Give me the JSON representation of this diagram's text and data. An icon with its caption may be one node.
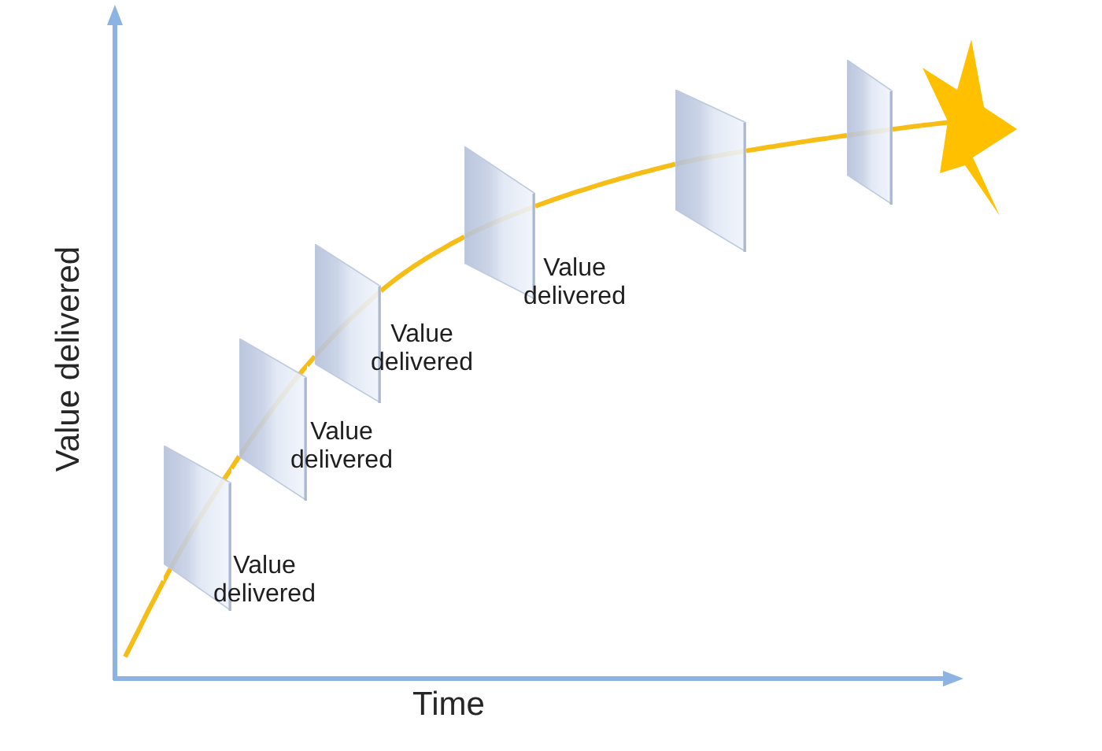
{
  "diagram": {
    "nodes": [
      {
        "text": [],
        "shape": "panel",
        "beside": [
          "Value delivered"
        ]
      },
      {
        "text": [],
        "shape": "panel",
        "beside": [
          "Value delivered"
        ]
      },
      {
        "text": [],
        "shape": "panel",
        "beside": [
          "Value delivered"
        ]
      },
      {
        "text": [],
        "shape": "panel",
        "beside": [
          "Value delivered"
        ]
      },
      {
        "text": [],
        "shape": "panel"
      },
      {
        "text": [],
        "shape": "panel"
      },
      {
        "text": [],
        "shape": "star"
      }
    ],
    "edges": [
      {
        "from": null,
        "to": 0,
        "arrow": "none"
      },
      {
        "from": 0,
        "to": 1,
        "arrow": "none"
      },
      {
        "from": 1,
        "to": 2,
        "arrow": "none"
      },
      {
        "from": 2,
        "to": 3,
        "arrow": "none"
      },
      {
        "from": 3,
        "to": 4,
        "arrow": "none"
      },
      {
        "from": 4,
        "to": 5,
        "arrow": "none"
      },
      {
        "from": 5,
        "to": 6,
        "arrow": "none"
      }
    ],
    "labels": [
      "Value delivered",
      "Time"
    ]
  }
}
